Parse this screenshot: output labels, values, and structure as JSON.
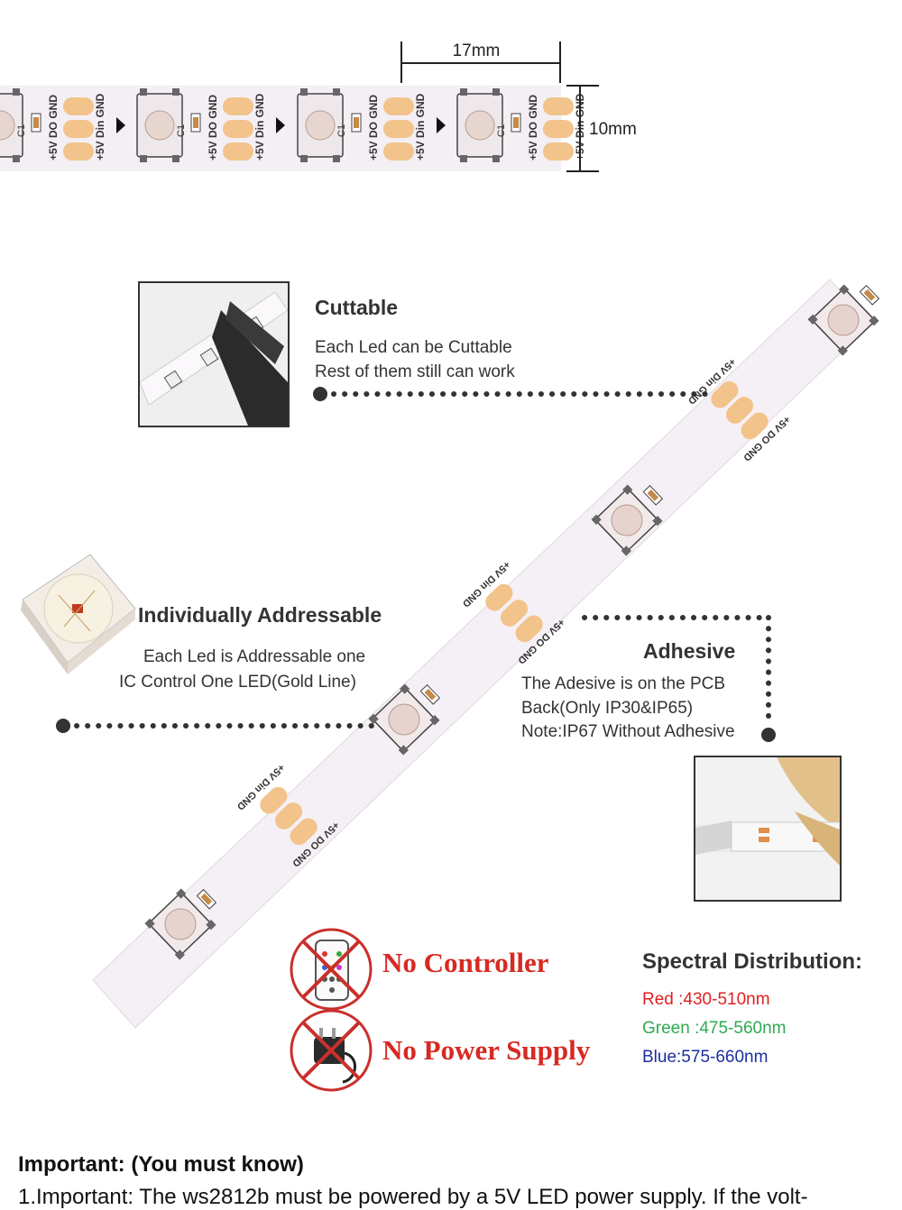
{
  "top_strip": {
    "dimension_width": "17mm",
    "dimension_height": "10mm",
    "pad_labels": [
      "GND",
      "Din",
      "+5V",
      "DO",
      "C1"
    ]
  },
  "features": {
    "cuttable": {
      "title": "Cuttable",
      "lines": [
        "Each Led can be Cuttable",
        "Rest of them still can work"
      ]
    },
    "addressable": {
      "title": "Individually Addressable",
      "lines": [
        "Each Led is Addressable one",
        "IC Control One LED(Gold Line)"
      ]
    },
    "adhesive": {
      "title": "Adhesive",
      "lines": [
        "The Adesive is on the PCB",
        "Back(Only IP30&IP65)",
        "Note:IP67 Without Adhesive"
      ]
    }
  },
  "notices": {
    "no_controller": "No Controller",
    "no_power_supply": "No Power Supply"
  },
  "spectral": {
    "title": "Spectral Distribution:",
    "red": "Red :430-510nm",
    "green": "Green :475-560nm",
    "blue": "Blue:575-660nm",
    "colors": {
      "red": "#e02020",
      "green": "#2eaa52",
      "blue": "#1c2f9c"
    }
  },
  "important": {
    "title": "Important: (You must know)",
    "line1": "1.Important: The ws2812b must be powered by a 5V LED power supply. If the volt-"
  }
}
